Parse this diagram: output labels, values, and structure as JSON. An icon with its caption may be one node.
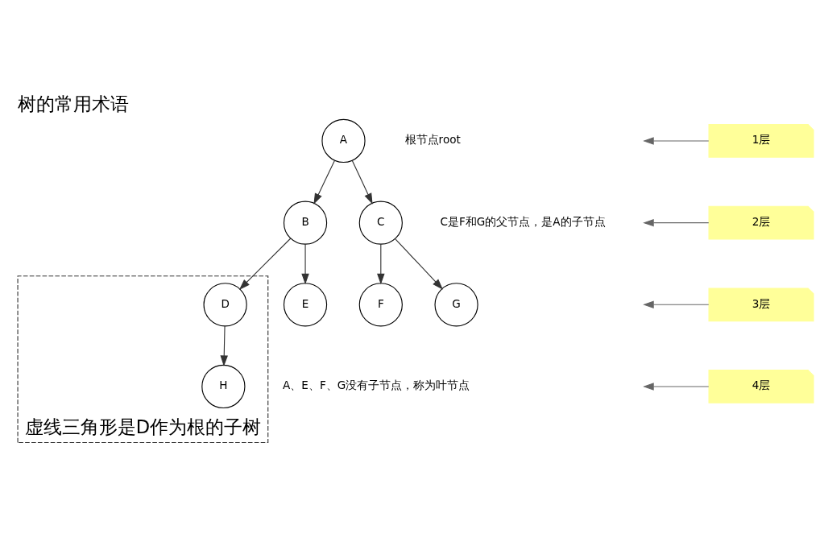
{
  "diagram": {
    "title": "树的常用术语",
    "nodes": [
      {
        "text": [
          "A"
        ],
        "beside": [
          "根节点root"
        ]
      },
      {
        "text": [
          "B"
        ]
      },
      {
        "text": [
          "C"
        ],
        "beside": [
          "C是F和G的父节点，是A的子节点"
        ]
      },
      {
        "text": [
          "虚线三角形是D作为根的子树"
        ]
      },
      {
        "text": [
          "D"
        ],
        "in": 3
      },
      {
        "text": [
          "E"
        ]
      },
      {
        "text": [
          "F"
        ]
      },
      {
        "text": [
          "G"
        ]
      },
      {
        "text": [
          "H"
        ],
        "in": 3
      },
      {
        "text": [
          "1层"
        ]
      },
      {
        "text": [
          "2层"
        ]
      },
      {
        "text": [
          "3层"
        ]
      },
      {
        "text": [
          "4层"
        ]
      }
    ],
    "edges": [
      {
        "from": 0,
        "to": 1,
        "arrow": "to"
      },
      {
        "from": 0,
        "to": 2,
        "arrow": "to"
      },
      {
        "from": 1,
        "to": 4,
        "arrow": "to"
      },
      {
        "from": 1,
        "to": 5,
        "arrow": "to"
      },
      {
        "from": 2,
        "to": 6,
        "arrow": "to"
      },
      {
        "from": 2,
        "to": 7,
        "arrow": "to"
      },
      {
        "from": 4,
        "to": 8,
        "arrow": "to"
      },
      {
        "from": 9,
        "to": null,
        "arrow": "to",
        "color": "#666666"
      },
      {
        "from": 10,
        "to": null,
        "arrow": "to",
        "color": "#666666"
      },
      {
        "from": 11,
        "to": null,
        "arrow": "to",
        "color": "#666666"
      },
      {
        "from": 12,
        "to": null,
        "arrow": "to",
        "color": "#666666"
      }
    ],
    "labels": [
      "A、E、F、G没有子节点，称为叶节点"
    ]
  }
}
